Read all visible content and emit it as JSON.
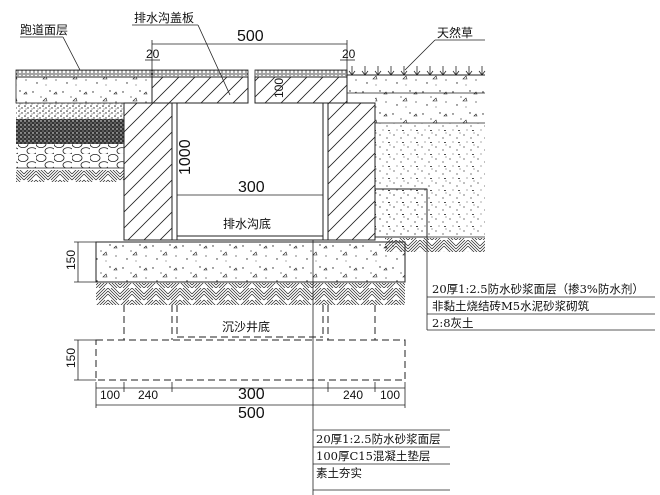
{
  "labels": {
    "runway_surface": "跑道面层",
    "cover_plate": "排水沟盖板",
    "natural_grass": "天然草",
    "ditch_bottom": "排水沟底",
    "sand_well_bottom": "沉沙井底"
  },
  "dimensions": {
    "top_width": "500",
    "gap_left": "20",
    "gap_right": "20",
    "plate_thickness": "100",
    "plate_seat_left": "20",
    "plate_seat_right": "20",
    "depth": "1000",
    "inner_width": "300",
    "base_thickness_1": "150",
    "base_thickness_2": "150",
    "bottom_segments": [
      "100",
      "240",
      "300",
      "240",
      "100"
    ],
    "bottom_total": "500"
  },
  "notes_right": [
    "20厚1:2.5防水砂浆面层（掺3%防水剂）",
    "非黏土烧结砖M5水泥砂浆砌筑",
    "2:8灰土"
  ],
  "notes_bottom": [
    "20厚1:2.5防水砂浆面层",
    "100厚C15混凝土垫层",
    "素土夯实"
  ]
}
